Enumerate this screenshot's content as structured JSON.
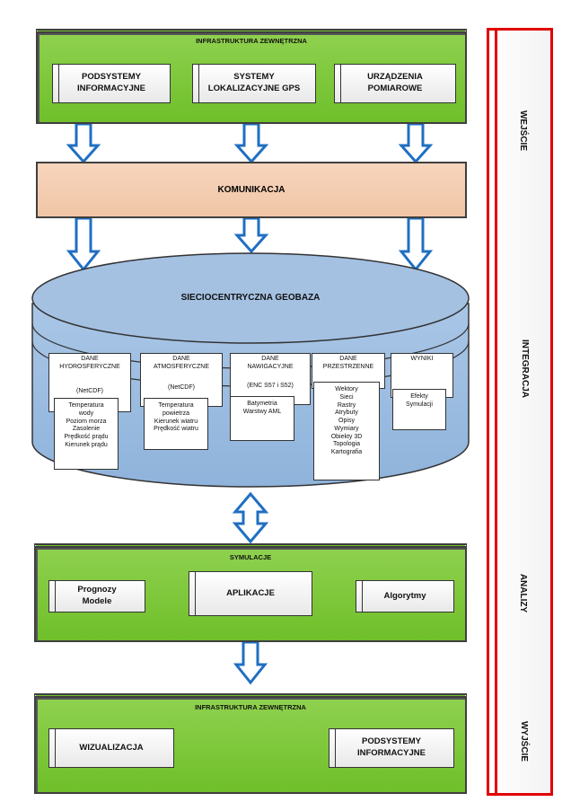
{
  "top_section": {
    "title": "INFRASTRUKTURA ZEWNĘTRZNA",
    "boxes": [
      {
        "line1": "PODSYSTEMY",
        "line2": "INFORMACYJNE"
      },
      {
        "line1": "SYSTEMY",
        "line2": "LOKALIZACYJNE GPS"
      },
      {
        "line1": "URZĄDZENIA",
        "line2": "POMIAROWE"
      }
    ]
  },
  "communication": {
    "label": "KOMUNIKACJA"
  },
  "geobase": {
    "title": "SIECIOCENTRYCZNA GEOBAZA",
    "groups": [
      {
        "h1": "DANE",
        "h2": "HYDROSFERYCZNE",
        "fmt": "(NetCDF)",
        "items": [
          "Temperatura",
          "wody",
          "Poziom morza",
          "Zasolenie",
          "Prędkość prądu",
          "Kierunek prądu"
        ]
      },
      {
        "h1": "DANE",
        "h2": "ATMOSFERYCZNE",
        "fmt": "(NetCDF)",
        "items": [
          "Temperatura",
          "powietrza",
          "Kierunek wiatru",
          "Prędkość wiatru"
        ]
      },
      {
        "h1": "DANE",
        "h2": "NAWIGACYJNE",
        "fmt": "(ENC S57 i S52)",
        "items": [
          "Batymetria",
          "Warstwy AML"
        ]
      },
      {
        "h1": "DANE",
        "h2": "PRZESTRZENNE",
        "fmt": "",
        "items": [
          "Wektory",
          "Sieci",
          "Rastry",
          "Atrybuty",
          "Opisy",
          "Wymiary",
          "Obiekty 3D",
          "Topologia",
          "Kartografia"
        ]
      },
      {
        "h1": "WYNIKI",
        "h2": "",
        "fmt": "",
        "items": [
          "Efekty",
          "Symulacji"
        ]
      }
    ]
  },
  "simulation": {
    "title": "SYMULACJE",
    "left": {
      "line1": "Prognozy",
      "line2": "Modele"
    },
    "center": "APLIKACJE",
    "right": "Algorytmy"
  },
  "bottom_section": {
    "title": "INFRASTRUKTURA ZEWNĘTRZNA",
    "left": "WIZUALIZACJA",
    "right": {
      "line1": "PODSYSTEMY",
      "line2": "INFORMACYJNE"
    }
  },
  "side_labels": [
    "WEJŚCIE",
    "INTEGRACJA",
    "ANALIZY",
    "WYJŚCIE"
  ],
  "colors": {
    "green": "#7cc83a",
    "peach": "#f4cdb1",
    "cylinder": "#a6c3e4",
    "arrow": "#1f6fc3",
    "side_border": "#e20000"
  }
}
